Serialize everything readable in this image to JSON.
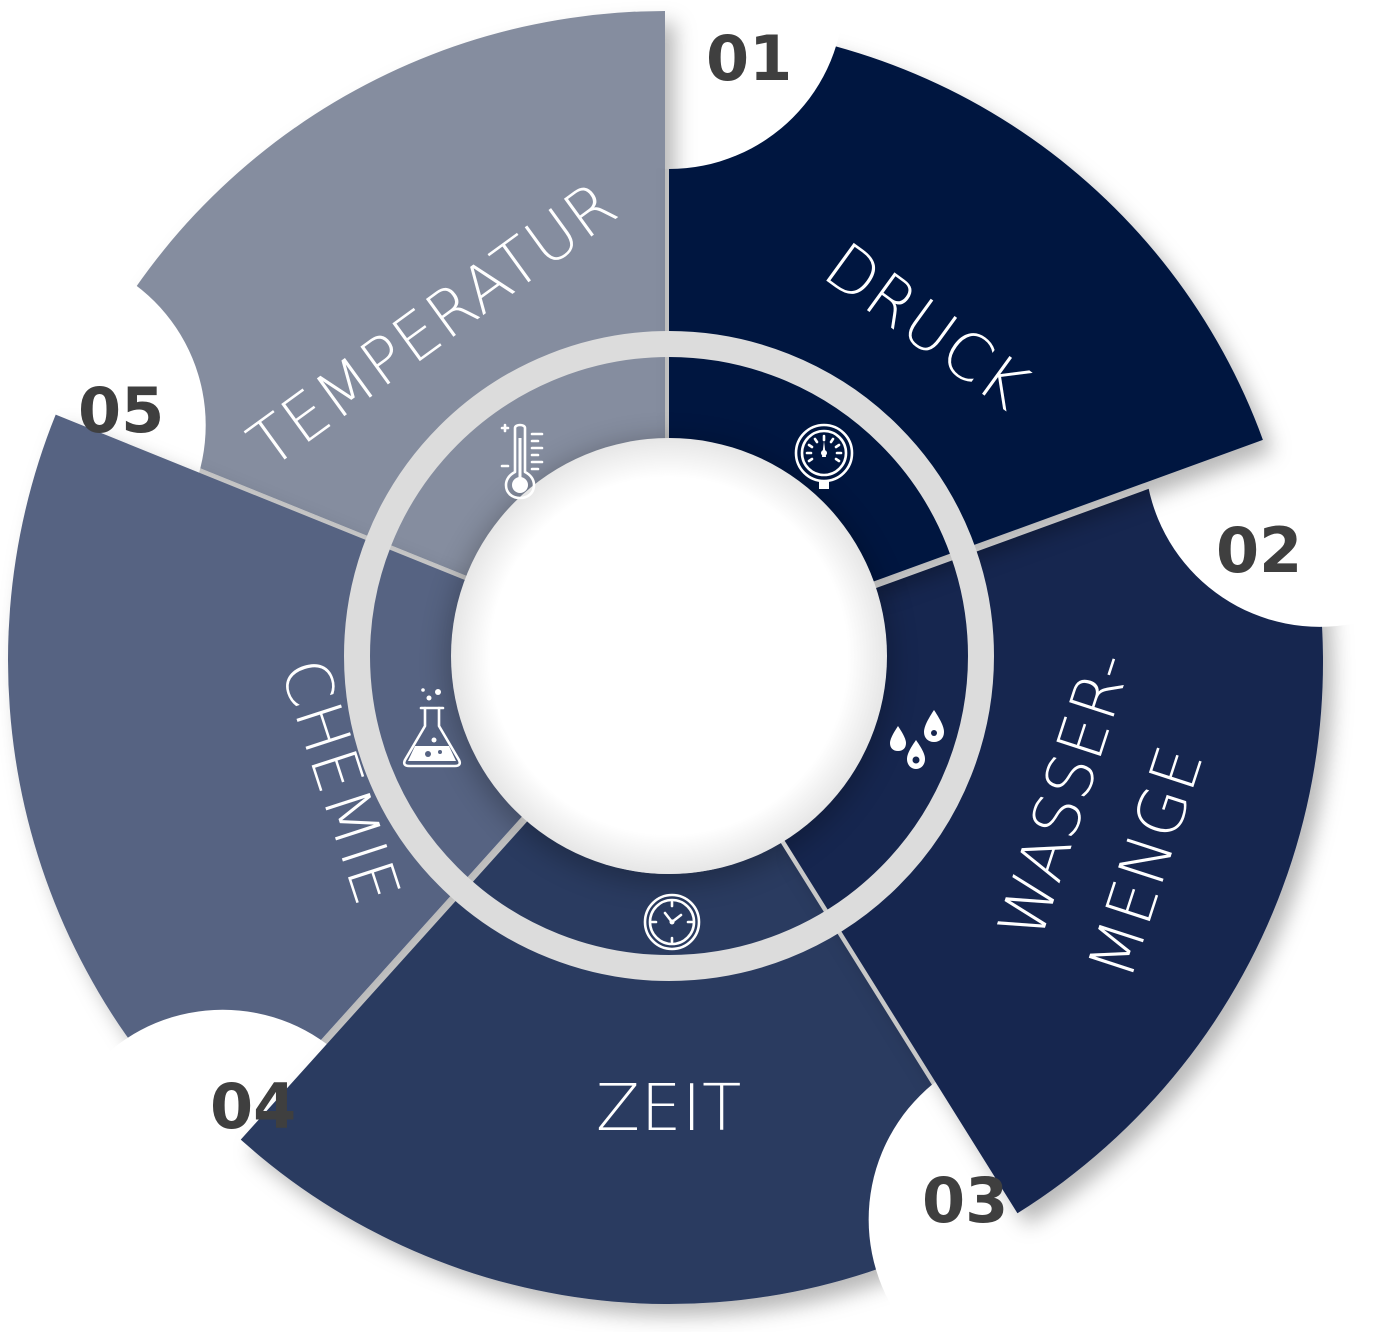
{
  "segments": [
    {
      "number": "01",
      "label": "DRUCK",
      "color": "#021641",
      "icon": "pressure-gauge-icon"
    },
    {
      "number": "02",
      "label_lines": [
        "WASSER-",
        "MENGE"
      ],
      "color": "#15254f",
      "icon": "water-drops-icon"
    },
    {
      "number": "03",
      "label": "ZEIT",
      "color": "#2a3a60",
      "icon": "clock-icon"
    },
    {
      "number": "04",
      "label": "CHEMIE",
      "color": "#566382",
      "icon": "flask-icon"
    },
    {
      "number": "05",
      "label": "TEMPERATUR",
      "color": "#858d9f",
      "icon": "thermometer-icon"
    }
  ],
  "colors": {
    "ring": "#dcdcdc",
    "numbers": "#3f3f3f",
    "cutout_shadow": "#dddddd"
  }
}
